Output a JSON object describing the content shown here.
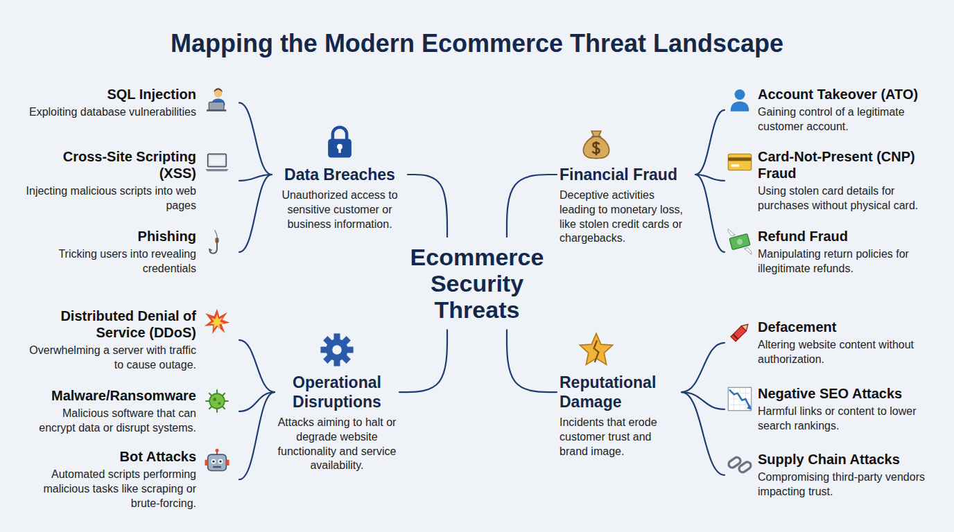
{
  "diagram": {
    "title": "Mapping the Modern Ecommerce Threat Landscape",
    "nodes": [
      {
        "text": [
          "Ecommerce Security Threats"
        ]
      },
      {
        "text": [
          "Data Breaches",
          "Unauthorized access to sensitive customer or business information."
        ]
      },
      {
        "text": [
          "SQL Injection",
          "Exploiting database vulnerabilities"
        ]
      },
      {
        "text": [
          "Cross-Site Scripting (XSS)",
          "Injecting malicious scripts into web pages"
        ]
      },
      {
        "text": [
          "Phishing",
          "Tricking users into revealing credentials"
        ]
      },
      {
        "text": [
          "Financial Fraud",
          "Deceptive activities leading to monetary loss, like stolen credit cards or chargebacks."
        ]
      },
      {
        "text": [
          "Account Takeover (ATO)",
          "Gaining control of a legitimate customer account."
        ]
      },
      {
        "text": [
          "Card-Not-Present (CNP) Fraud",
          "Using stolen card details for purchases without physical card."
        ]
      },
      {
        "text": [
          "Refund Fraud",
          "Manipulating return policies for illegitimate refunds."
        ]
      },
      {
        "text": [
          "Operational Disruptions",
          "Attacks aiming to halt or degrade website functionality and service availability."
        ]
      },
      {
        "text": [
          "Distributed Denial of Service (DDoS)",
          "Overwhelming a server with traffic to cause outage."
        ]
      },
      {
        "text": [
          "Malware/Ransomware",
          "Malicious software that can encrypt data or disrupt systems."
        ]
      },
      {
        "text": [
          "Bot Attacks",
          "Automated scripts performing malicious tasks like scraping or brute-forcing."
        ]
      },
      {
        "text": [
          "Reputational Damage",
          "Incidents that erode customer trust and brand image."
        ]
      },
      {
        "text": [
          "Defacement",
          "Altering website content without authorization."
        ]
      },
      {
        "text": [
          "Negative SEO Attacks",
          "Harmful links or content to lower search rankings."
        ]
      },
      {
        "text": [
          "Supply Chain Attacks",
          "Compromising third-party vendors impacting trust."
        ]
      }
    ],
    "edges": [
      {
        "from": 0,
        "to": 1,
        "arrow": "none"
      },
      {
        "from": 0,
        "to": 5,
        "arrow": "none"
      },
      {
        "from": 0,
        "to": 9,
        "arrow": "none"
      },
      {
        "from": 0,
        "to": 13,
        "arrow": "none"
      },
      {
        "from": 1,
        "to": 2,
        "arrow": "none"
      },
      {
        "from": 1,
        "to": 3,
        "arrow": "none"
      },
      {
        "from": 1,
        "to": 4,
        "arrow": "none"
      },
      {
        "from": 5,
        "to": 6,
        "arrow": "none"
      },
      {
        "from": 5,
        "to": 7,
        "arrow": "none"
      },
      {
        "from": 5,
        "to": 8,
        "arrow": "none"
      },
      {
        "from": 9,
        "to": 10,
        "arrow": "none"
      },
      {
        "from": 9,
        "to": 11,
        "arrow": "none"
      },
      {
        "from": 9,
        "to": 12,
        "arrow": "none"
      },
      {
        "from": 13,
        "to": 14,
        "arrow": "none"
      },
      {
        "from": 13,
        "to": 15,
        "arrow": "none"
      },
      {
        "from": 13,
        "to": 16,
        "arrow": "none"
      }
    ]
  }
}
